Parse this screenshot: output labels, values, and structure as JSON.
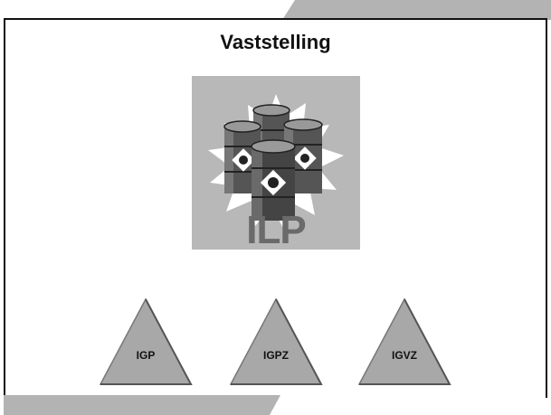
{
  "slide": {
    "title": "Vaststelling",
    "picture": {
      "icon": "radioactive-barrels-icon",
      "label": "ILP"
    },
    "triangles": [
      {
        "label": "IGP"
      },
      {
        "label": "IGPZ"
      },
      {
        "label": "IGVZ"
      }
    ]
  },
  "colors": {
    "accent_tab": "#b3b3b3",
    "picture_bg": "#b8b8b8",
    "triangle_fill": "#a8a8a8"
  }
}
